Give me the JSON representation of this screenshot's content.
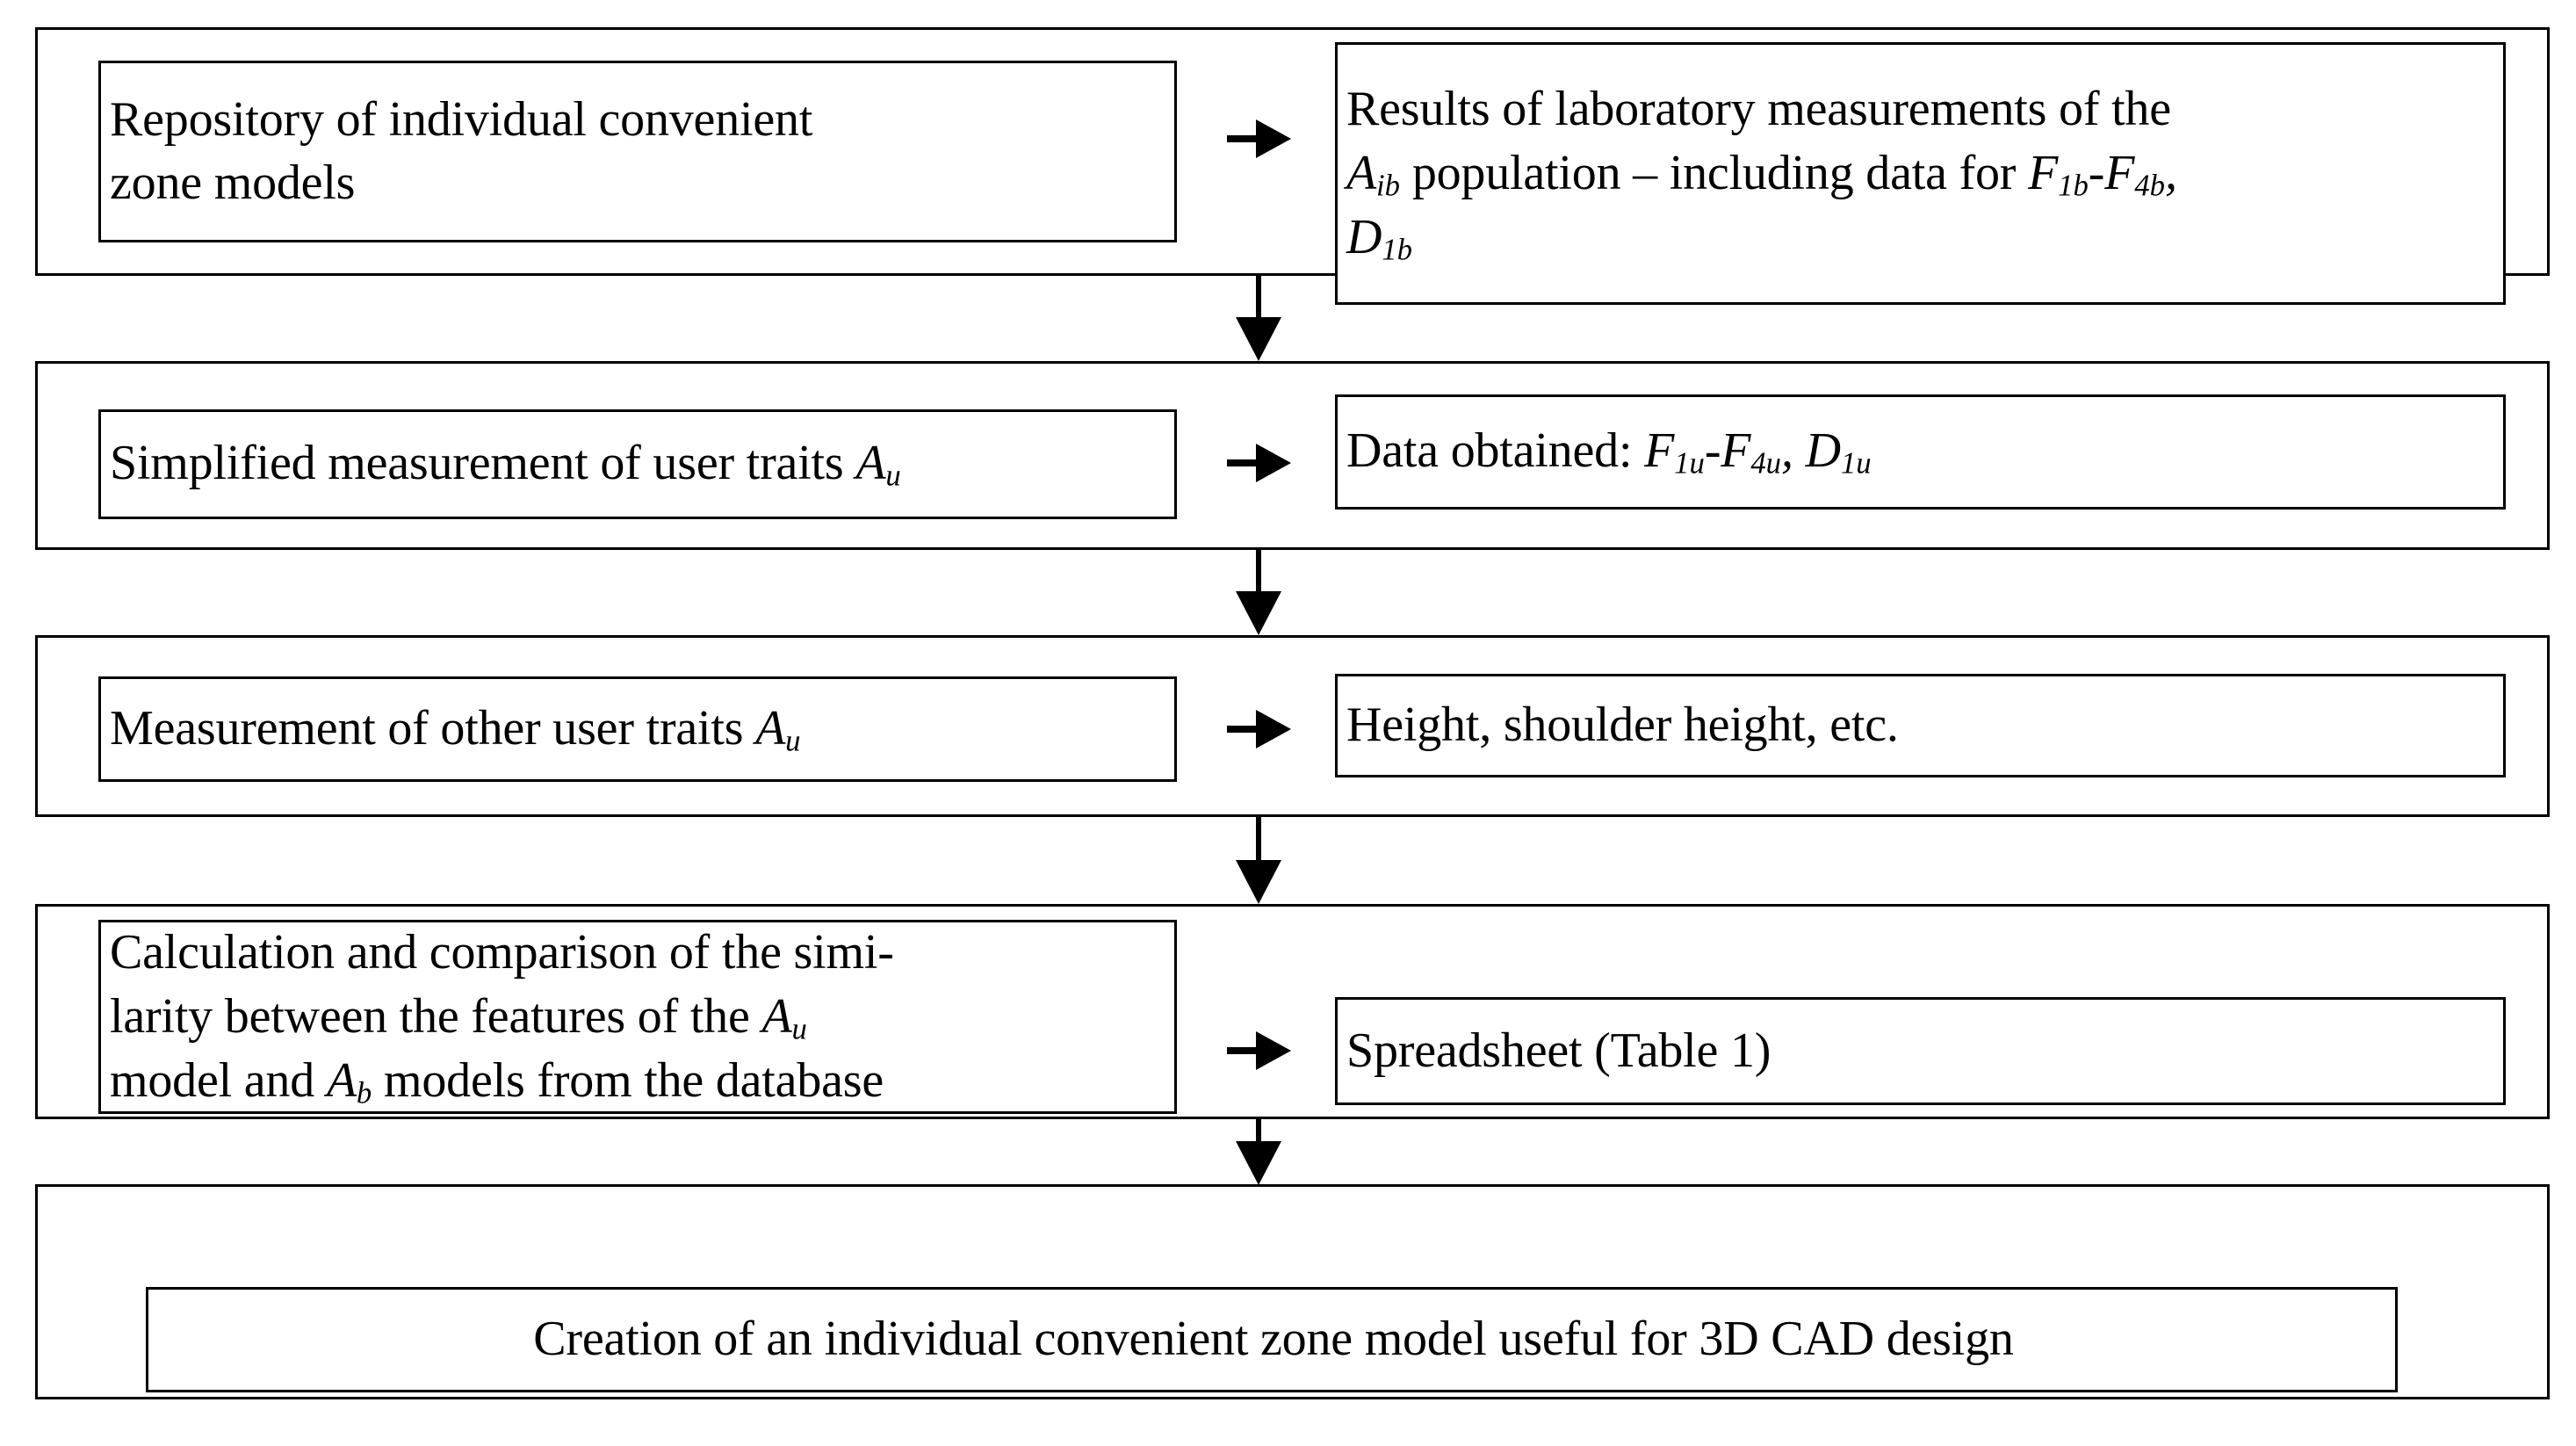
{
  "diagram": {
    "title": "Process flowchart for individual convenient zone model creation",
    "type": "flowchart",
    "orientation": "top-to-bottom",
    "background_color": "#ffffff",
    "line_color": "#000000",
    "steps": [
      {
        "id": "step-1",
        "left": {
          "id": "repository-node",
          "lines": [
            "Repository of individual convenient",
            "zone models"
          ],
          "plain": "Repository of individual convenient zone models"
        },
        "right": {
          "id": "lab-results-node",
          "plain": "Results of laboratory measurements of the Aib population – including data for F1b-F4b, D1b",
          "segments": [
            {
              "t": "Results of laboratory measurements of the",
              "style": "roman"
            },
            {
              "t": "\n",
              "style": "break"
            },
            {
              "t": "A",
              "style": "italic"
            },
            {
              "t": "ib",
              "style": "italic-sub"
            },
            {
              "t": " population – including data for ",
              "style": "roman"
            },
            {
              "t": "F",
              "style": "italic"
            },
            {
              "t": "1b",
              "style": "italic-sub"
            },
            {
              "t": "-",
              "style": "italic"
            },
            {
              "t": "F",
              "style": "italic"
            },
            {
              "t": "4b",
              "style": "italic-sub"
            },
            {
              "t": ",",
              "style": "italic"
            },
            {
              "t": "\n",
              "style": "break"
            },
            {
              "t": "D",
              "style": "italic"
            },
            {
              "t": "1b",
              "style": "italic-sub"
            }
          ]
        },
        "connector": "arrow-right"
      },
      {
        "id": "step-2",
        "left": {
          "id": "simplified-measurement-node",
          "plain": "Simplified measurement of user traits Au",
          "segments": [
            {
              "t": "Simplified measurement of user traits ",
              "style": "roman"
            },
            {
              "t": "A",
              "style": "italic"
            },
            {
              "t": "u",
              "style": "italic-sub"
            }
          ]
        },
        "right": {
          "id": "data-obtained-node",
          "plain": "Data obtained: F1u-F4u, D1u",
          "segments": [
            {
              "t": "Data obtained: ",
              "style": "roman"
            },
            {
              "t": "F",
              "style": "italic"
            },
            {
              "t": "1u",
              "style": "italic-sub"
            },
            {
              "t": "-",
              "style": "italic"
            },
            {
              "t": "F",
              "style": "italic"
            },
            {
              "t": "4u",
              "style": "italic-sub"
            },
            {
              "t": ", ",
              "style": "italic"
            },
            {
              "t": "D",
              "style": "italic"
            },
            {
              "t": "1u",
              "style": "italic-sub"
            }
          ]
        },
        "connector": "arrow-right"
      },
      {
        "id": "step-3",
        "left": {
          "id": "other-traits-node",
          "plain": "Measurement of other user traits Au",
          "segments": [
            {
              "t": "Measurement of other user traits ",
              "style": "roman"
            },
            {
              "t": "A",
              "style": "italic"
            },
            {
              "t": "u",
              "style": "italic-sub"
            }
          ]
        },
        "right": {
          "id": "height-shoulder-node",
          "plain": "Height, shoulder height, etc.",
          "segments": [
            {
              "t": "Height, shoulder height, etc.",
              "style": "roman"
            }
          ]
        },
        "connector": "arrow-right"
      },
      {
        "id": "step-4",
        "left": {
          "id": "similarity-calculation-node",
          "plain": "Calculation and comparison of the similarity between the features of the Au model and Ab models from the database",
          "segments": [
            {
              "t": "Calculation and comparison of the simi-",
              "style": "roman"
            },
            {
              "t": "\n",
              "style": "break"
            },
            {
              "t": "larity between the features of the ",
              "style": "roman"
            },
            {
              "t": "A",
              "style": "italic"
            },
            {
              "t": "u",
              "style": "italic-sub"
            },
            {
              "t": "\n",
              "style": "break"
            },
            {
              "t": "model and ",
              "style": "roman"
            },
            {
              "t": "A",
              "style": "italic"
            },
            {
              "t": "b",
              "style": "italic-sub"
            },
            {
              "t": " models from the database",
              "style": "roman"
            }
          ]
        },
        "right": {
          "id": "spreadsheet-node",
          "plain": "Spreadsheet (Table 1)",
          "segments": [
            {
              "t": "Spreadsheet (Table 1)",
              "style": "roman"
            }
          ]
        },
        "connector": "arrow-right"
      },
      {
        "id": "step-5",
        "full": {
          "id": "final-model-node",
          "plain": "Creation of an individual convenient zone model useful for 3D CAD design",
          "segments": [
            {
              "t": "Creation of an individual convenient zone model useful for 3D CAD design",
              "style": "roman"
            }
          ]
        }
      }
    ],
    "vertical_connectors": [
      {
        "id": "connector-1-2",
        "from": "step-1",
        "to": "step-2"
      },
      {
        "id": "connector-2-3",
        "from": "step-2",
        "to": "step-3"
      },
      {
        "id": "connector-3-4",
        "from": "step-3",
        "to": "step-4"
      },
      {
        "id": "connector-4-5",
        "from": "step-4",
        "to": "step-5"
      }
    ]
  }
}
